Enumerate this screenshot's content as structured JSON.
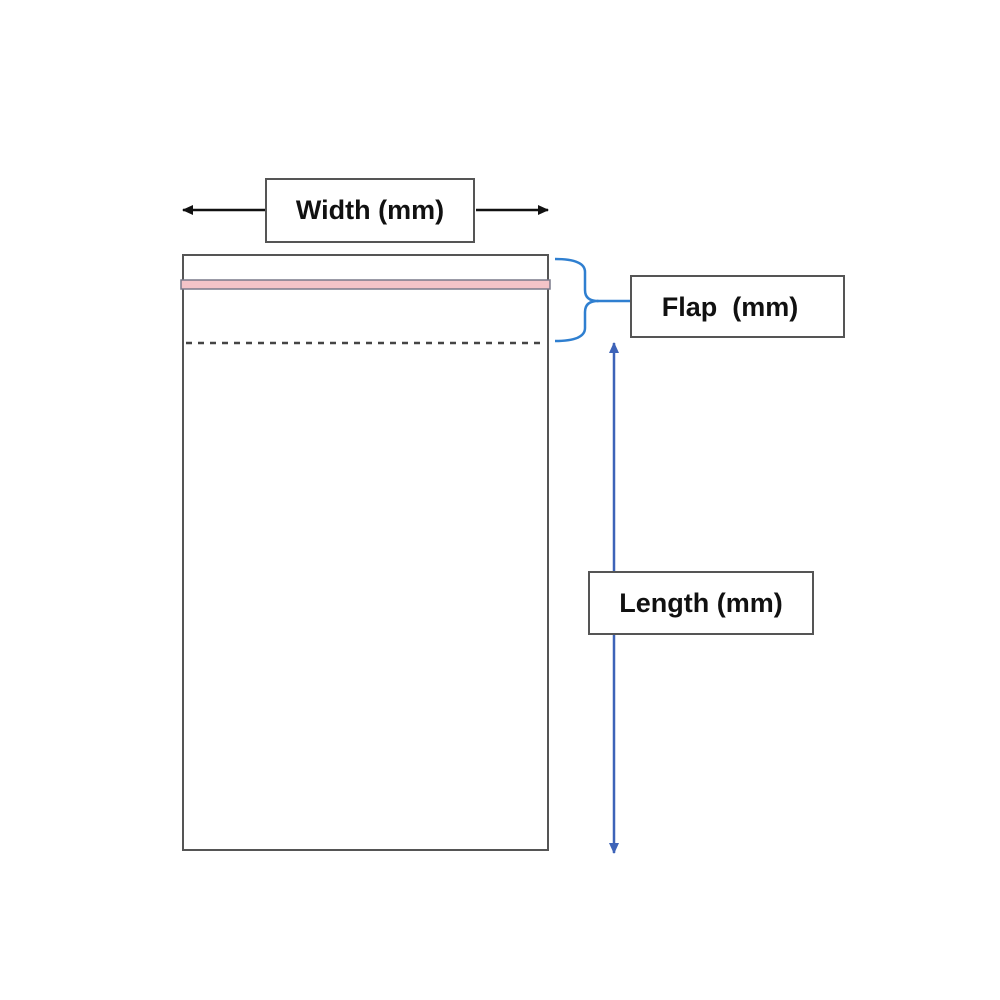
{
  "labels": {
    "width": "Width (mm)",
    "flap": "Flap  (mm)",
    "length": "Length (mm)"
  },
  "colors": {
    "outline": "#444444",
    "seal_strip": "#f4c4c8",
    "flap_bracket": "#2f7fd0",
    "length_arrow": "#3d63b8",
    "width_arrow": "#111111"
  }
}
